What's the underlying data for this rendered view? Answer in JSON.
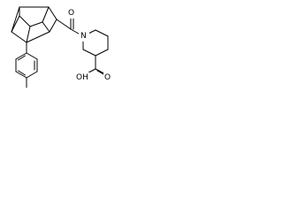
{
  "molecule": {
    "atom_labels": {
      "carbonyl_oxygen": "O",
      "ring_nitrogen": "N",
      "acid_oh": "OH",
      "acid_oxygen": "O"
    },
    "colors": {
      "bond": "#000000",
      "background": "#ffffff"
    }
  }
}
